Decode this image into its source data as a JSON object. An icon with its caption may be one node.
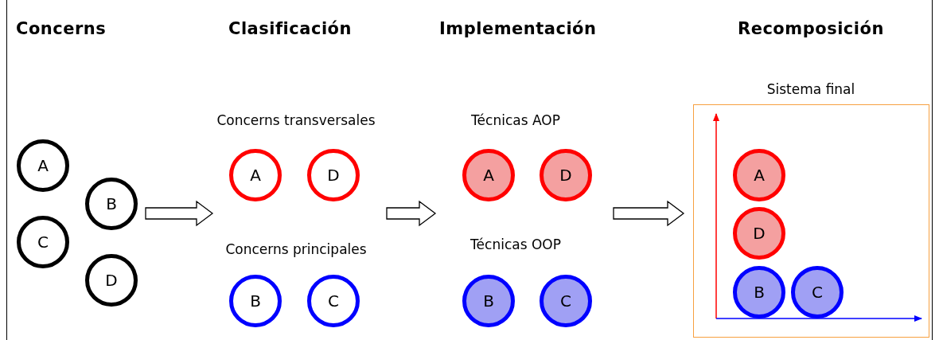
{
  "diagram": {
    "nodes": [
      {
        "text": [
          "Concerns"
        ]
      },
      {
        "text": [
          "A"
        ],
        "in": 0
      },
      {
        "text": [
          "B"
        ],
        "in": 0
      },
      {
        "text": [
          "C"
        ],
        "in": 0
      },
      {
        "text": [
          "D"
        ],
        "in": 0
      },
      {
        "text": [
          "Clasificación"
        ]
      },
      {
        "text": [
          "Concerns transversales"
        ],
        "in": 5
      },
      {
        "text": [
          "A"
        ],
        "in": 6
      },
      {
        "text": [
          "D"
        ],
        "in": 6
      },
      {
        "text": [
          "Concerns principales"
        ],
        "in": 5
      },
      {
        "text": [
          "B"
        ],
        "in": 9
      },
      {
        "text": [
          "C"
        ],
        "in": 9
      },
      {
        "text": [
          "Implementación"
        ]
      },
      {
        "text": [
          "Técnicas AOP"
        ],
        "in": 12
      },
      {
        "text": [
          "A"
        ],
        "in": 13
      },
      {
        "text": [
          "D"
        ],
        "in": 13
      },
      {
        "text": [
          "Técnicas OOP"
        ],
        "in": 12
      },
      {
        "text": [
          "B"
        ],
        "in": 16
      },
      {
        "text": [
          "C"
        ],
        "in": 16
      },
      {
        "text": [
          "Recomposición"
        ]
      },
      {
        "text": [
          "Sistema final"
        ],
        "in": 19
      },
      {
        "text": [
          "A"
        ],
        "in": 20
      },
      {
        "text": [
          "D"
        ],
        "in": 20
      },
      {
        "text": [
          "B"
        ],
        "in": 20
      },
      {
        "text": [
          "C"
        ],
        "in": 20
      }
    ],
    "edges": [
      {
        "from": 0,
        "to": 5,
        "arrow": "to"
      },
      {
        "from": 5,
        "to": 12,
        "arrow": "to"
      },
      {
        "from": 12,
        "to": 19,
        "arrow": "to"
      }
    ]
  }
}
